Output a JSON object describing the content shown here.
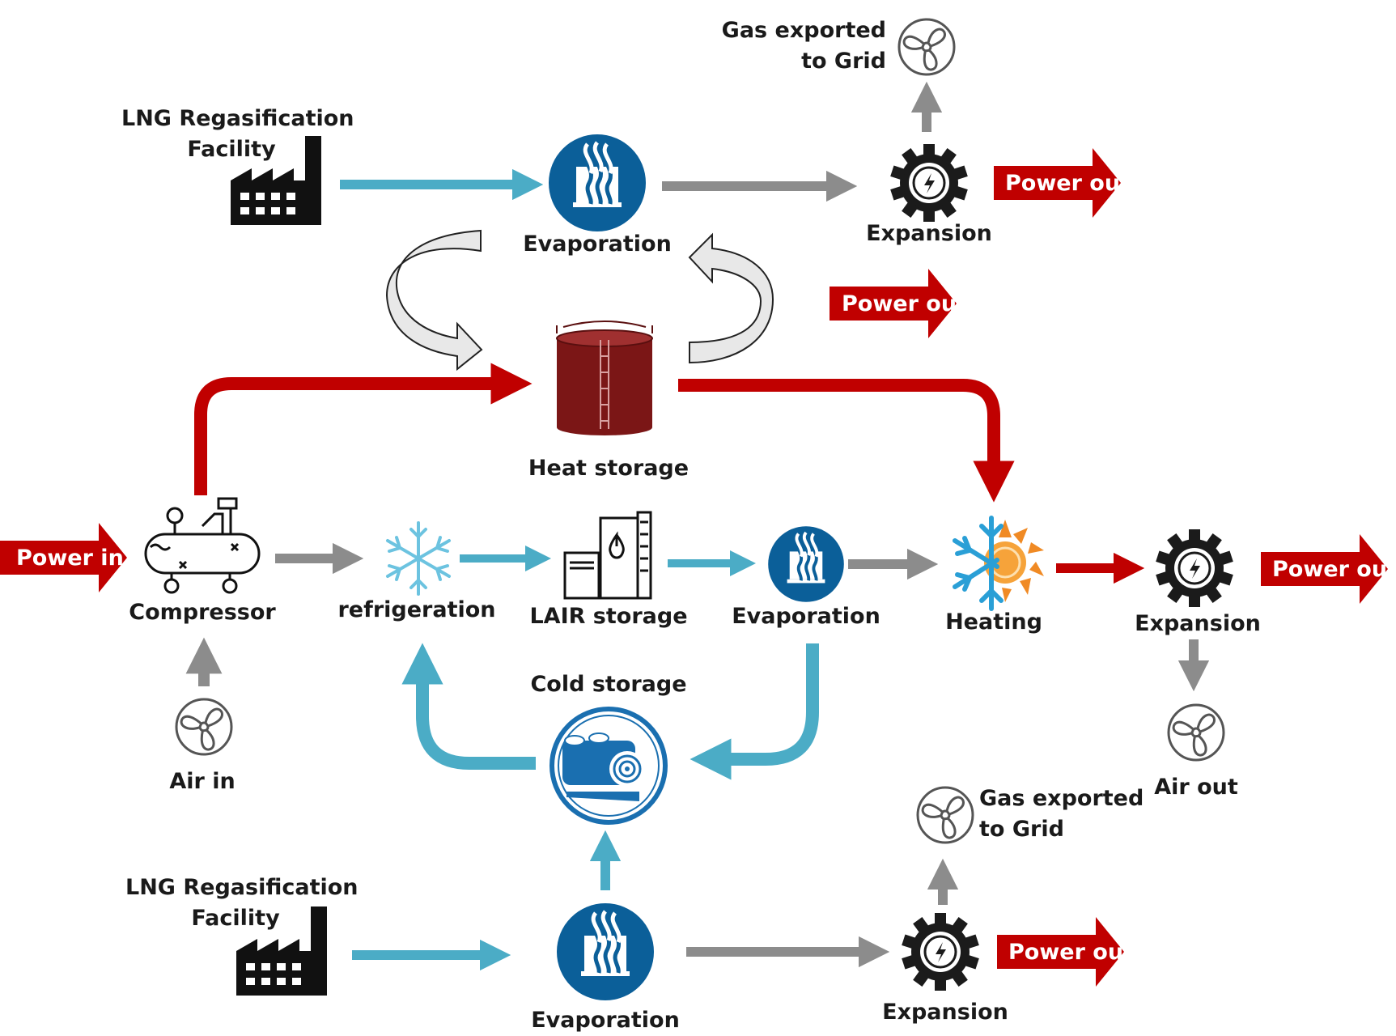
{
  "colors": {
    "heat_flow": "#c00000",
    "cold_flow": "#4bacc6",
    "gas_flow": "#8c8c8c",
    "node_blue": "#0b5f99",
    "tank": "#7b1616"
  },
  "labels": {
    "lng_top": [
      "LNG Regasification",
      "Facility"
    ],
    "lng_bottom": [
      "LNG Regasification",
      "Facility"
    ],
    "evap_top": "Evaporation",
    "evap_mid": "Evaporation",
    "evap_bottom": "Evaporation",
    "expansion_top": "Expansion",
    "expansion_right": "Expansion",
    "expansion_bottom": "Expansion",
    "gas_grid_top": [
      "Gas exported",
      "to Grid"
    ],
    "gas_grid_bottom": [
      "Gas exported",
      "to Grid"
    ],
    "heat_storage": "Heat storage",
    "cold_storage": "Cold storage",
    "lair_storage": "LAIR storage",
    "compressor": "Compressor",
    "refrigeration": "refrigeration",
    "heating": "Heating",
    "air_in": "Air in",
    "air_out": "Air out",
    "power_in": "Power in",
    "power_out": "Power out"
  },
  "icons": {
    "factory": "factory-icon",
    "evaporator": "evaporator-icon",
    "turbine": "turbine-icon",
    "fan": "fan-icon",
    "tank": "heat-storage-tank-icon",
    "cold_tank": "cold-storage-icon",
    "lair_tank": "lair-storage-icon",
    "compressor": "compressor-icon",
    "snowflake": "snowflake-icon",
    "heating": "heating-icon"
  }
}
